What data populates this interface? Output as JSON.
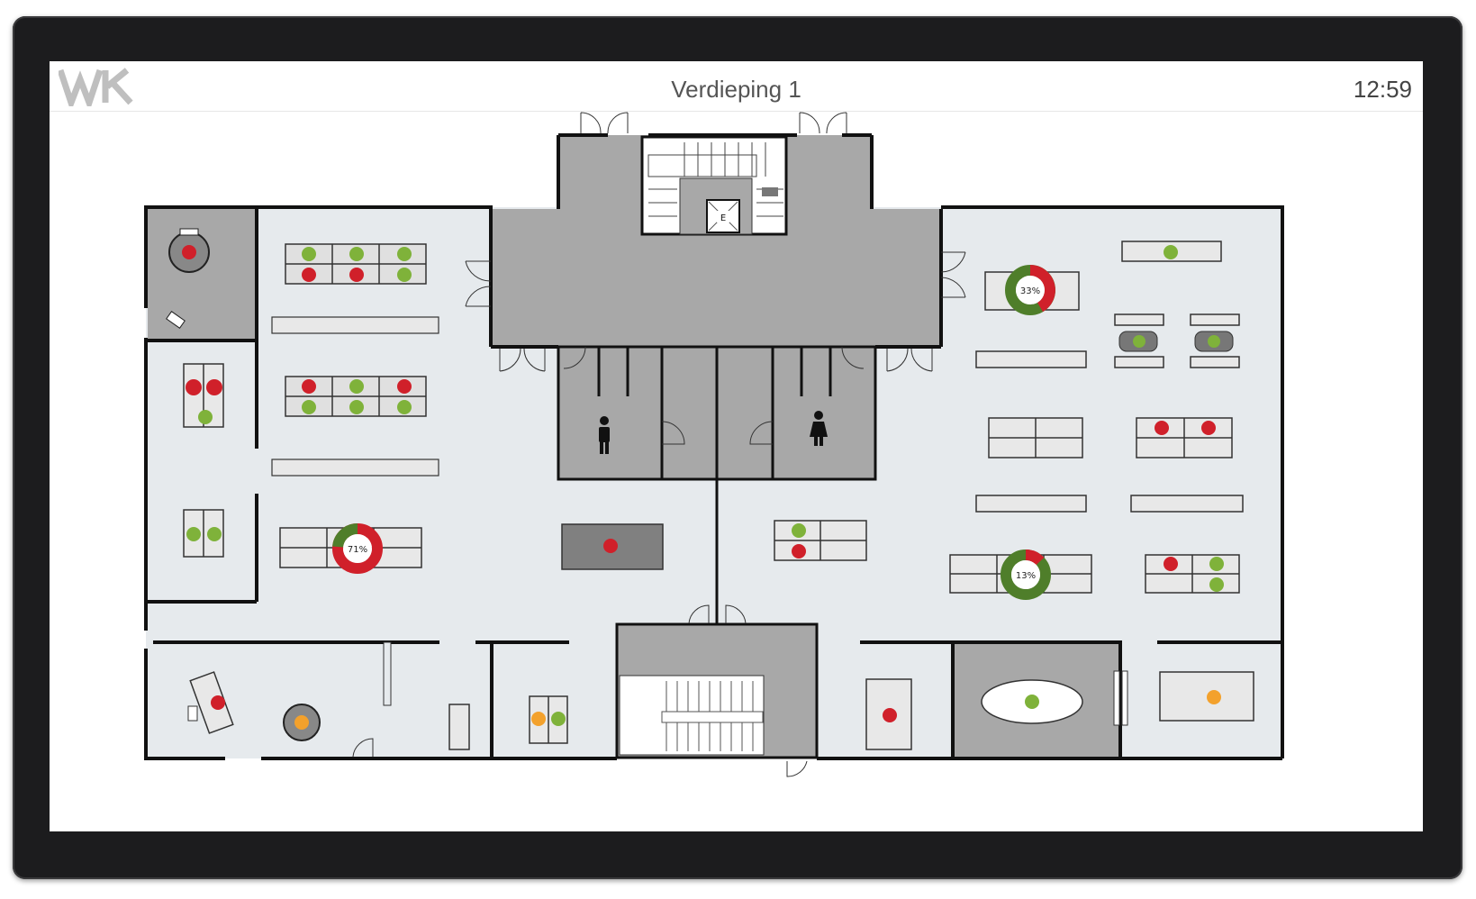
{
  "header": {
    "title": "Verdieping 1",
    "time": "12:59",
    "logo_text": "WK"
  },
  "legend_colors": {
    "occupied": "#d0202a",
    "free": "#7fb23a",
    "reserved": "#f3a12c"
  },
  "rooms": {
    "elevator_label": "E",
    "gauges": [
      {
        "label": "71%"
      },
      {
        "label": "33%"
      },
      {
        "label": "13%"
      }
    ]
  }
}
